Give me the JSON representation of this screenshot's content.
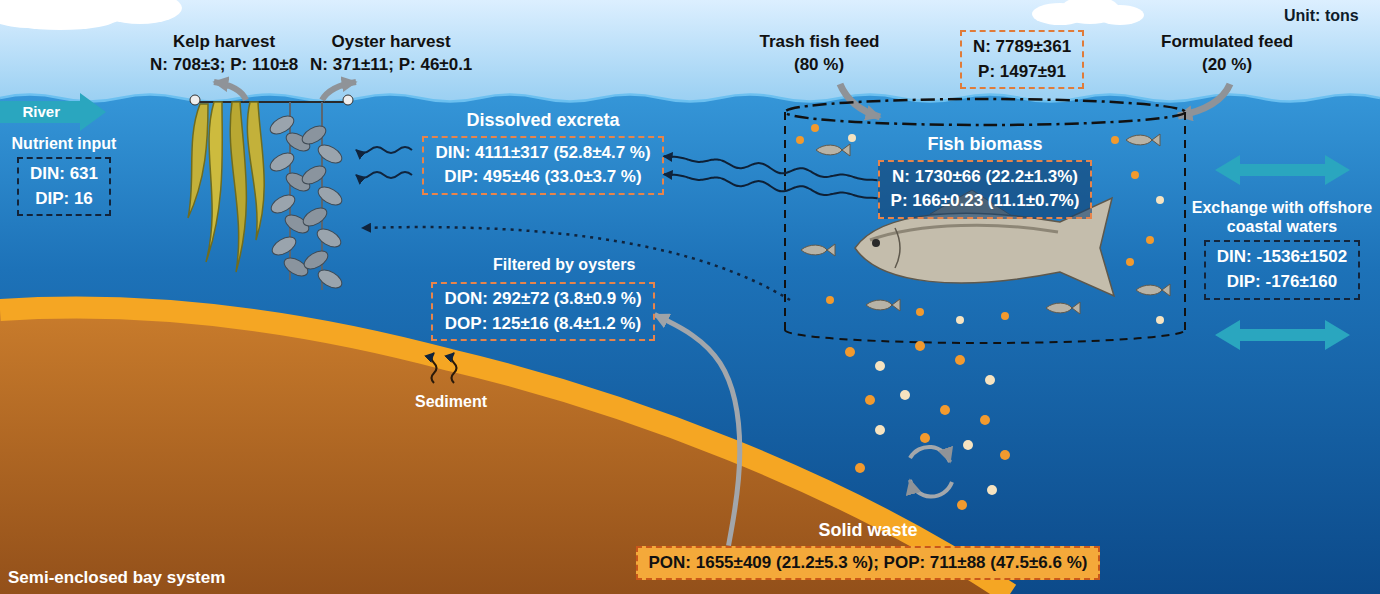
{
  "diagram": {
    "nodes": [
      {
        "text": [
          "N: 7789±361",
          "P: 1497±91"
        ]
      },
      {
        "text": [
          "Nutrient input",
          "DIN: 631",
          "DIP: 16"
        ]
      },
      {
        "text": [
          "Dissolved excreta",
          "DIN: 4111±317 (52.8±4.7 %)",
          "DIP: 495±46 (33.0±3.7 %)"
        ]
      },
      {
        "text": [
          "Fish biomass",
          "N: 1730±66 (22.2±1.3%)",
          "P: 166±0.23 (11.1±0.7%)"
        ]
      },
      {
        "text": [
          "Exchange with offshore coastal waters",
          "DIN: -1536±1502",
          "DIP: -176±160"
        ]
      },
      {
        "text": [
          "DON: 292±72 (3.8±0.9 %)",
          "DOP: 125±16 (8.4±1.2 %)"
        ]
      },
      {
        "text": [
          "Solid waste",
          "PON: 1655±409 (21.2±5.3 %); POP: 711±88 (47.5±6.6 %)"
        ]
      }
    ],
    "edges": [
      {
        "from": 3,
        "to": 2,
        "arrow": "to"
      },
      {
        "from": 6,
        "to": 5,
        "arrow": "to"
      }
    ],
    "labels": [
      "Unit: tons",
      "Kelp harvest",
      "N: 708±3; P: 110±8",
      "Oyster harvest",
      "N: 371±11; P: 46±0.1",
      "Trash fish feed",
      "(80 %)",
      "Formulated feed",
      "(20 %)",
      "River",
      "Filtered by oysters",
      "Sediment",
      "Semi-enclosed bay system"
    ]
  }
}
